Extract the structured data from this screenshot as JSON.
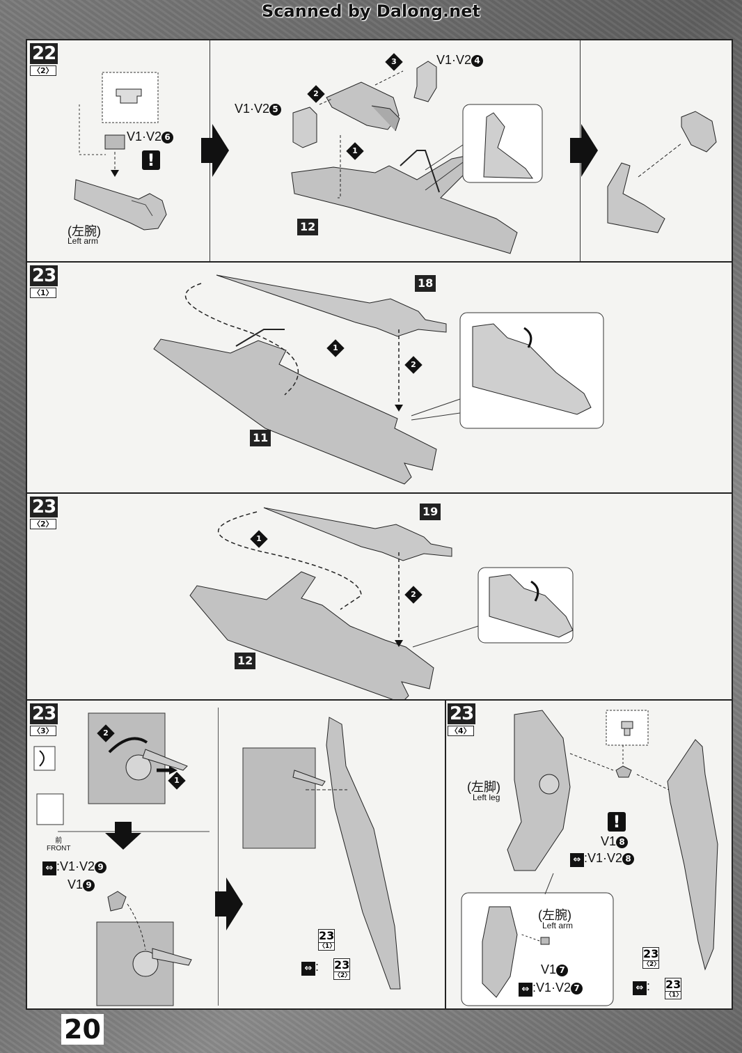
{
  "header": {
    "scanned_text": "Scanned by Dalong.net"
  },
  "page_number": "20",
  "steps": [
    {
      "id": "22",
      "sub": "〈2〉"
    },
    {
      "id": "23",
      "sub": "〈1〉"
    },
    {
      "id": "23",
      "sub": "〈2〉"
    },
    {
      "id": "23",
      "sub": "〈3〉"
    },
    {
      "id": "23",
      "sub": "〈4〉"
    }
  ],
  "labels": {
    "v1v2_6": "V1·V2",
    "v1v2_5": "V1·V2",
    "v1v2_4": "V1·V2",
    "left_arm_jp": "(左腕)",
    "left_arm_en": "Left arm",
    "left_leg_jp": "(左脚)",
    "left_leg_en": "Left leg",
    "v1": "V1",
    "v1v2": ":V1·V2",
    "v1v2_b": "V1·V2",
    "front_jp": "前",
    "front_en": "FRONT"
  },
  "part_numbers": {
    "p12": "12",
    "p11": "11",
    "p18": "18",
    "p19": "19"
  },
  "circled": {
    "n1": "1",
    "n2": "2",
    "n3": "3",
    "n4": "4",
    "n5": "5",
    "n6": "6",
    "n7": "7",
    "n8": "8",
    "n9": "9"
  },
  "refs": {
    "r23_1": "23",
    "r23_1_sub": "〈1〉",
    "r23_2": "23",
    "r23_2_sub": "〈2〉"
  }
}
